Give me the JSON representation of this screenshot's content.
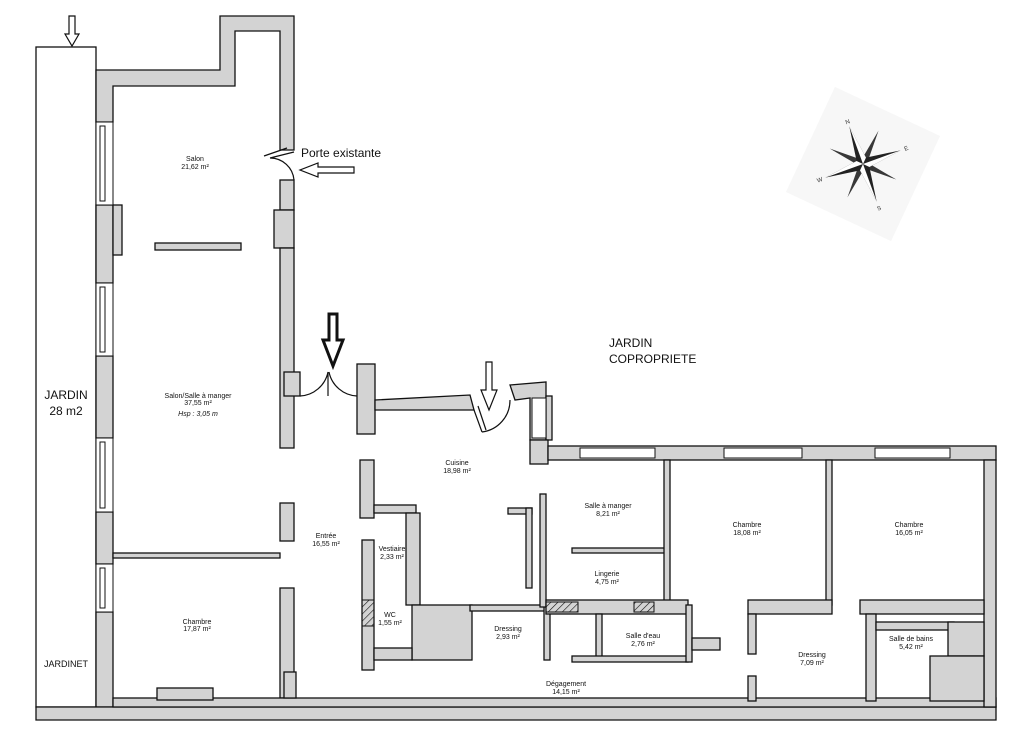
{
  "rooms": {
    "salon": {
      "name": "Salon",
      "area": "21,62 m²"
    },
    "salon_salle": {
      "name": "Salon/Salle à manger",
      "area": "37,55 m²",
      "note": "Hsp : 3,05 m"
    },
    "chambre1": {
      "name": "Chambre",
      "area": "17,87 m²"
    },
    "entree": {
      "name": "Entrée",
      "area": "16,55 m²"
    },
    "vestiaire": {
      "name": "Vestiaire",
      "area": "2,33 m²"
    },
    "wc": {
      "name": "WC",
      "area": "1,55 m²"
    },
    "cuisine": {
      "name": "Cuisine",
      "area": "18,98 m²"
    },
    "dressing1": {
      "name": "Dressing",
      "area": "2,93 m²"
    },
    "salle_manger": {
      "name": "Salle à manger",
      "area": "8,21 m²"
    },
    "lingerie": {
      "name": "Lingerie",
      "area": "4,75 m²"
    },
    "salle_eau": {
      "name": "Salle d'eau",
      "area": "2,76 m²"
    },
    "chambre2": {
      "name": "Chambre",
      "area": "18,08 m²"
    },
    "chambre3": {
      "name": "Chambre",
      "area": "16,05 m²"
    },
    "dressing2": {
      "name": "Dressing",
      "area": "7,09 m²"
    },
    "salle_bains": {
      "name": "Salle de bains",
      "area": "5,42 m²"
    },
    "degagement": {
      "name": "Dégagement",
      "area": "14,15 m²"
    }
  },
  "labels": {
    "jardin_left_1": "JARDIN",
    "jardin_left_2": "28 m2",
    "jardinet": "JARDINET",
    "jardin_copro_1": "JARDIN",
    "jardin_copro_2": "COPROPRIETE",
    "porte_existante": "Porte existante"
  },
  "compass": {
    "north": "N",
    "south": "S",
    "east": "E",
    "west": "W"
  },
  "colors": {
    "wall": "#d3d3d3",
    "ink": "#111111"
  }
}
